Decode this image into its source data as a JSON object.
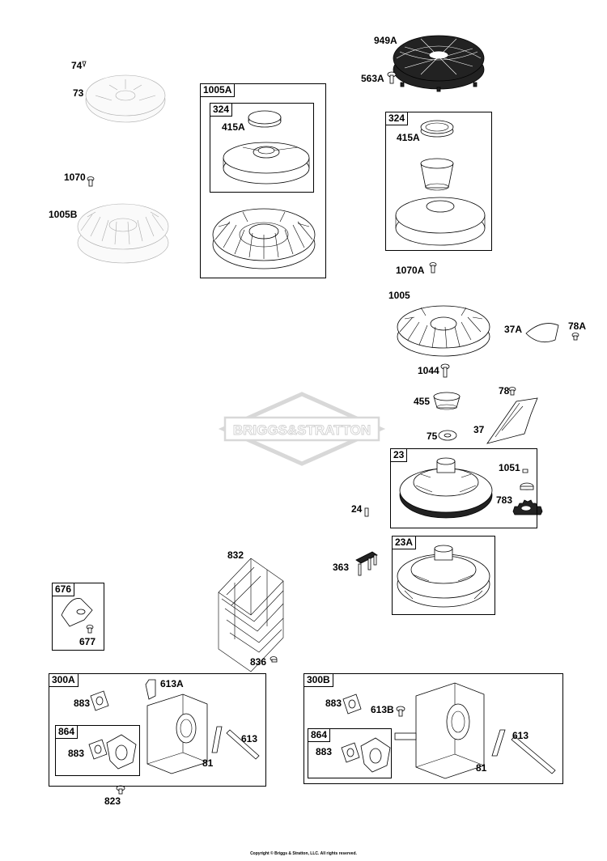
{
  "watermark": {
    "text": "BRIGGS&STRATTON"
  },
  "copyright": "Copyright © Briggs & Stratton, LLC. All rights reserved.",
  "groups": {
    "g1005A": {
      "tag": "1005A"
    },
    "g324_left": {
      "tag": "324"
    },
    "g324_right": {
      "tag": "324"
    },
    "g23": {
      "tag": "23"
    },
    "g23A": {
      "tag": "23A"
    },
    "g676": {
      "tag": "676"
    },
    "g300A": {
      "tag": "300A"
    },
    "g864_left": {
      "tag": "864"
    },
    "g300B": {
      "tag": "300B"
    },
    "g864_right": {
      "tag": "864"
    }
  },
  "callouts": {
    "p74": "74",
    "p73": "73",
    "p1070": "1070",
    "p1005B": "1005B",
    "p415A_left": "415A",
    "p949A": "949A",
    "p563A": "563A",
    "p415A_right": "415A",
    "p1070A": "1070A",
    "p1005": "1005",
    "p37A": "37A",
    "p78A": "78A",
    "p1044": "1044",
    "p455": "455",
    "p78": "78",
    "p37": "37",
    "p75": "75",
    "p1051": "1051",
    "p783": "783",
    "p24": "24",
    "p832": "832",
    "p363": "363",
    "p677": "677",
    "p836": "836",
    "p883_a1": "883",
    "p613A": "613A",
    "p883_a2": "883",
    "p613_a": "613",
    "p81_a": "81",
    "p823": "823",
    "p883_b1": "883",
    "p613B": "613B",
    "p883_b2": "883",
    "p613_b": "613",
    "p81_b": "81"
  }
}
